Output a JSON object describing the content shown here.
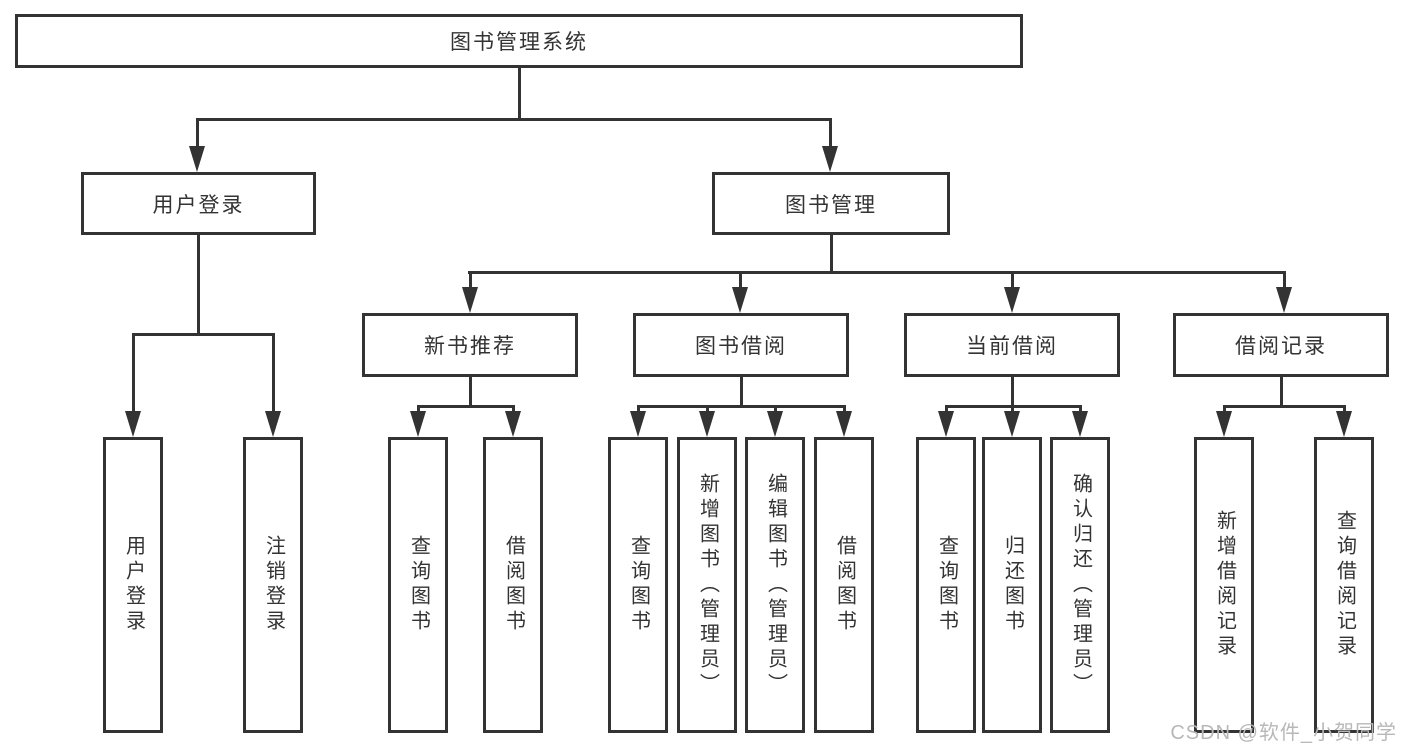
{
  "tree": {
    "root": "图书管理系统",
    "branches": [
      {
        "label": "用户登录",
        "leaves": [
          "用户登录",
          "注销登录"
        ]
      },
      {
        "label": "图书管理",
        "groups": [
          {
            "label": "新书推荐",
            "leaves": [
              "查询图书",
              "借阅图书"
            ]
          },
          {
            "label": "图书借阅",
            "leaves": [
              "查询图书",
              "新增图书（管理员）",
              "编辑图书（管理员）",
              "借阅图书"
            ]
          },
          {
            "label": "当前借阅",
            "leaves": [
              "查询图书",
              "归还图书",
              "确认归还（管理员）"
            ]
          },
          {
            "label": "借阅记录",
            "leaves": [
              "新增借阅记录",
              "查询借阅记录"
            ]
          }
        ]
      }
    ]
  },
  "watermark": "CSDN @软件_小贺同学",
  "colors": {
    "line": "#333333",
    "text": "#333333",
    "background": "#ffffff",
    "watermark": "#b8b8b8"
  }
}
